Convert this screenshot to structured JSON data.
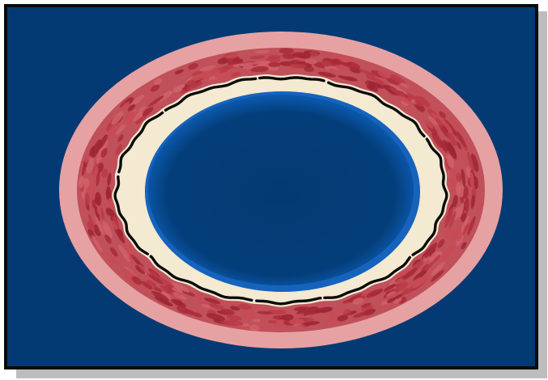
{
  "diagram": {
    "title": "",
    "labels": [],
    "layers": [
      {
        "name": "outer-pink-layer",
        "color": "#e6a2a3"
      },
      {
        "name": "muscle-layer",
        "color": "#b83a47"
      },
      {
        "name": "inner-cream-layer",
        "color": "#f3ead1"
      },
      {
        "name": "boundary-line",
        "color": "#0b0b0b"
      },
      {
        "name": "lumen",
        "color": "#033a73"
      }
    ],
    "background_color": "#033a73",
    "frame_color": "#0a0a0a",
    "shadow_color": "#bdbdbd"
  }
}
